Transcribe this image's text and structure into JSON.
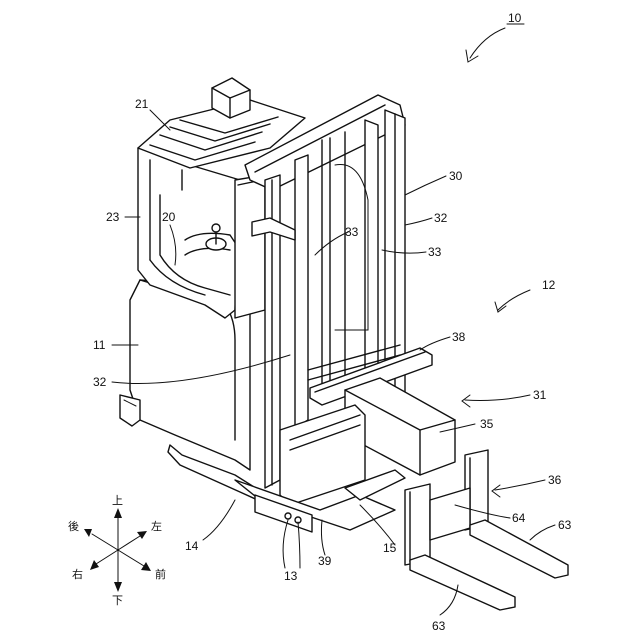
{
  "figure": {
    "number": "10",
    "reference_labels": {
      "lbl_21": "21",
      "lbl_23": "23",
      "lbl_20": "20",
      "lbl_11": "11",
      "lbl_32a": "32",
      "lbl_33a": "33",
      "lbl_30": "30",
      "lbl_32b": "32",
      "lbl_33b": "33",
      "lbl_12": "12",
      "lbl_38": "38",
      "lbl_31": "31",
      "lbl_35": "35",
      "lbl_36": "36",
      "lbl_64": "64",
      "lbl_63a": "63",
      "lbl_63b": "63",
      "lbl_14": "14",
      "lbl_39": "39",
      "lbl_15": "15",
      "lbl_13": "13"
    },
    "direction_indicator": {
      "up": "上",
      "down": "下",
      "back": "後",
      "left": "左",
      "right": "右",
      "front": "前"
    }
  }
}
